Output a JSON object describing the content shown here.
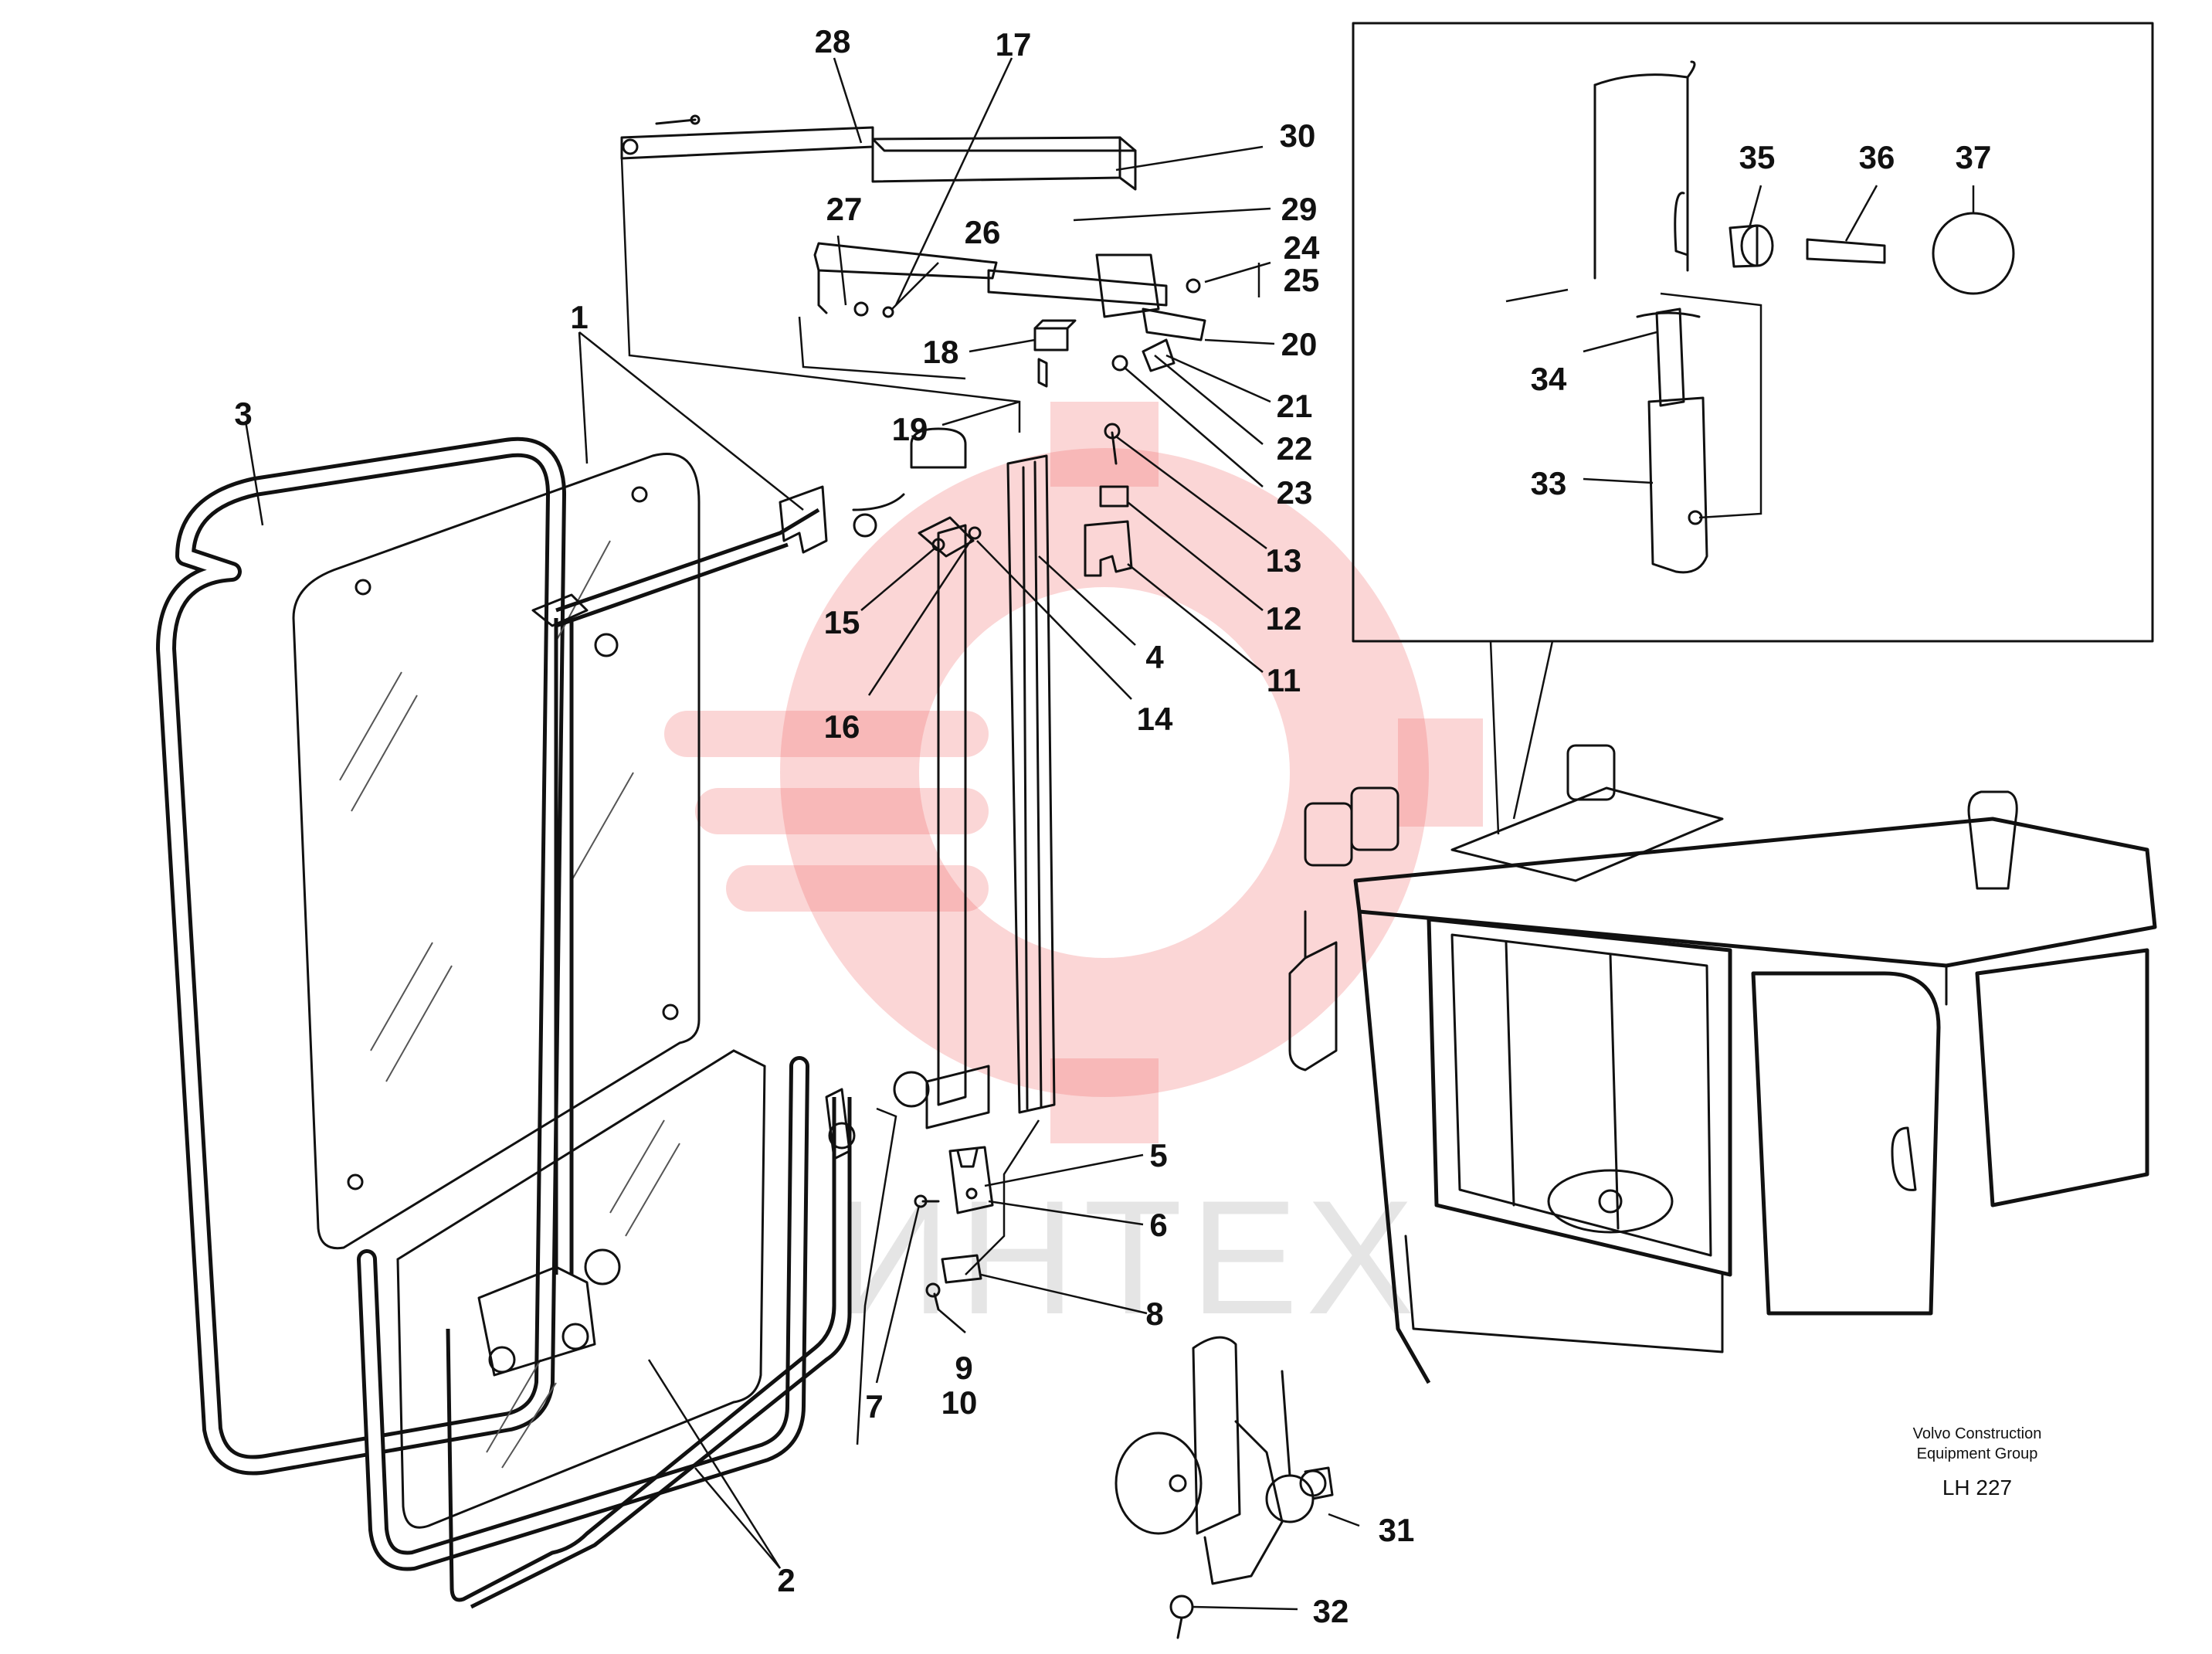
{
  "watermark": {
    "text": "ИНТЕХ"
  },
  "credit": {
    "line1": "Volvo Construction",
    "line2": "Equipment Group",
    "code": "LH 227"
  },
  "labels": {
    "p1": "1",
    "p2": "2",
    "p3": "3",
    "p4": "4",
    "p5": "5",
    "p6": "6",
    "p7": "7",
    "p8": "8",
    "p9": "9",
    "p10": "10",
    "p11": "11",
    "p12": "12",
    "p13": "13",
    "p14": "14",
    "p15": "15",
    "p16": "16",
    "p17": "17",
    "p18": "18",
    "p19": "19",
    "p20": "20",
    "p21": "21",
    "p22": "22",
    "p23": "23",
    "p24": "24",
    "p25": "25",
    "p26": "26",
    "p27": "27",
    "p28": "28",
    "p29": "29",
    "p30": "30",
    "p31": "31",
    "p32": "32",
    "p33": "33",
    "p34": "34",
    "p35": "35",
    "p36": "36",
    "p37": "37"
  }
}
